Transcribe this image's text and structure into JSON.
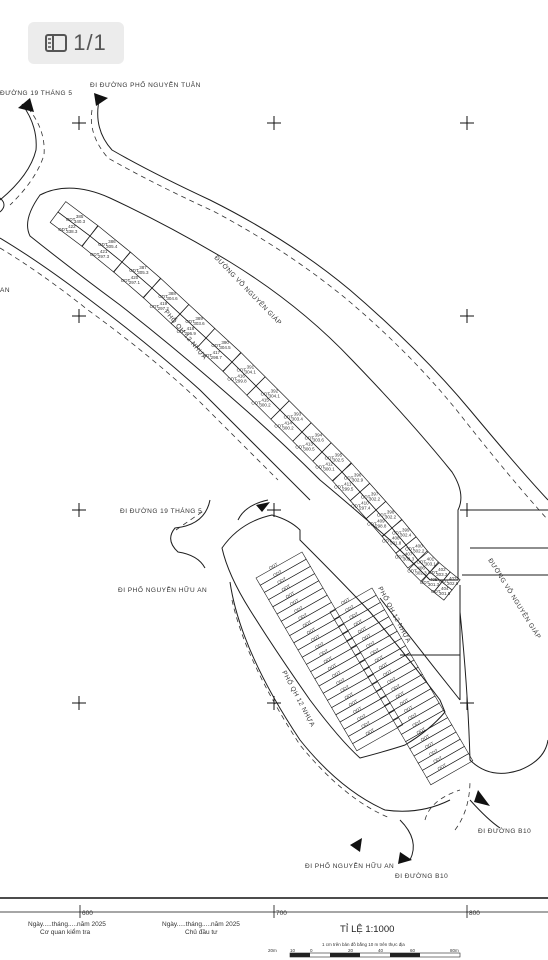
{
  "viewer": {
    "page_indicator": "1/1",
    "icon": "page-panel-icon"
  },
  "streets": {
    "top_left": "ĐƯỜNG 19 THÁNG 5",
    "top": "ĐI ĐƯỜNG PHỐ NGUYỄN TUÂN",
    "left_cut": "AN",
    "vo_nguyen_giap_top": "ĐƯỜNG VÕ NGUYÊN GIÁP",
    "vo_nguyen_giap_right": "ĐƯỜNG VÕ NGUYÊN GIÁP",
    "pho_a": "PHỐ QH 12 NHỰA",
    "pho_b": "PHỐ QH 12 NHỰA",
    "pho_c": "PHỐ QH 12 NHỰA",
    "mid_left_1": "ĐI ĐƯỜNG 19 THÁNG 5",
    "mid_left_2": "ĐI PHỐ NGUYỄN HỮU AN",
    "bottom_1": "ĐI PHỐ NGUYỄN HỮU AN",
    "bottom_2": "ĐI ĐƯỜNG B10",
    "bottom_3": "ĐI ĐƯỜNG B10"
  },
  "plots_upper": [
    {
      "id": "385",
      "area": "340.3"
    },
    {
      "id": "386",
      "area": "305.4"
    },
    {
      "id": "387",
      "area": "305.3"
    },
    {
      "id": "388",
      "area": "304.6"
    },
    {
      "id": "389",
      "area": "303.6"
    },
    {
      "id": "390",
      "area": "304.5"
    },
    {
      "id": "391",
      "area": "304.1"
    },
    {
      "id": "392",
      "area": "304.1"
    },
    {
      "id": "393",
      "area": "303.4"
    },
    {
      "id": "394",
      "area": "303.6"
    },
    {
      "id": "395",
      "area": "302.5"
    },
    {
      "id": "396",
      "area": "302.9"
    },
    {
      "id": "397",
      "area": "302.2"
    },
    {
      "id": "398",
      "area": "302.2"
    },
    {
      "id": "399",
      "area": "302.4"
    },
    {
      "id": "400",
      "area": "302.2"
    },
    {
      "id": "401",
      "area": "303.1"
    },
    {
      "id": "402",
      "area": "303.3"
    },
    {
      "id": "403",
      "area": "302.9"
    }
  ],
  "plots_lower": [
    {
      "id": "422",
      "area": "338.3"
    },
    {
      "id": "421",
      "area": "297.3"
    },
    {
      "id": "420",
      "area": "297.1"
    },
    {
      "id": "419",
      "area": "297.2"
    },
    {
      "id": "418",
      "area": "296.9"
    },
    {
      "id": "417",
      "area": "298.7"
    },
    {
      "id": "416",
      "area": "299.8"
    },
    {
      "id": "415",
      "area": "300.2"
    },
    {
      "id": "414",
      "area": "300.2"
    },
    {
      "id": "413",
      "area": "300.5"
    },
    {
      "id": "412",
      "area": "300.1"
    },
    {
      "id": "411",
      "area": "299.5"
    },
    {
      "id": "410",
      "area": "297.4"
    },
    {
      "id": "409",
      "area": "298.8"
    },
    {
      "id": "408",
      "area": "301.8"
    },
    {
      "id": "407",
      "area": "302.3"
    },
    {
      "id": "406",
      "area": "302.3"
    },
    {
      "id": "405",
      "area": "301.3"
    },
    {
      "id": "404",
      "area": "301.5"
    }
  ],
  "plot_prefix": "ODT",
  "narrow_plot_prefix": "ODT",
  "narrow_plot_count": 24,
  "footer": {
    "date_left": "Ngày.....tháng.....năm 2025",
    "role_left": "Cơ quan kiểm tra",
    "date_right": "Ngày.....tháng.....năm 2025",
    "role_right": "Chủ đầu tư",
    "scale_title": "TỈ LỆ 1:1000",
    "scale_note": "1 cm trên bản đồ bằng 10 m trên thực địa",
    "grid_600": "600",
    "grid_700": "700",
    "grid_800": "800",
    "scale_ticks": [
      "20m",
      "10",
      "0",
      "20",
      "40",
      "60",
      "80m"
    ]
  },
  "colors": {
    "line": "#1e1e1e",
    "dash": "#333333"
  }
}
